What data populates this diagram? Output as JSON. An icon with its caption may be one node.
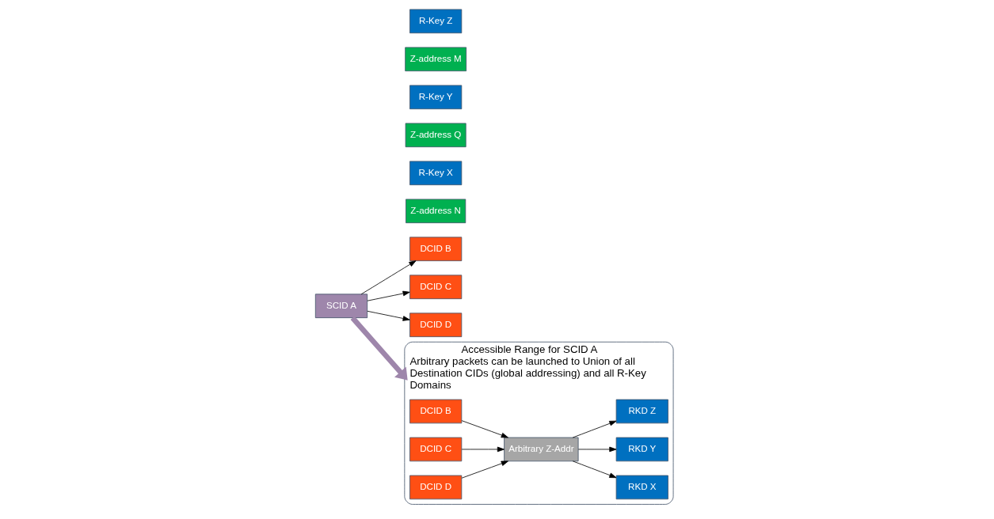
{
  "diagram": {
    "nodes": [
      {
        "text": [
          "SCID A"
        ]
      },
      {
        "text": [
          "DCID B"
        ]
      },
      {
        "text": [
          "Z-address N"
        ]
      },
      {
        "text": [
          "R-Key X"
        ]
      },
      {
        "text": [
          "DCID C"
        ]
      },
      {
        "text": [
          "Z-address Q"
        ]
      },
      {
        "text": [
          "R-Key Y"
        ]
      },
      {
        "text": [
          "DCID D"
        ]
      },
      {
        "text": [
          "Z-address M"
        ]
      },
      {
        "text": [
          "R-Key Z"
        ]
      },
      {
        "text": [
          "Accessible Range for SCID A",
          "Arbitrary packets can be launched to Union of all Destination CIDs (global addressing) and all R-Key Domains"
        ]
      },
      {
        "text": [
          "DCID B"
        ],
        "in": 10
      },
      {
        "text": [
          "DCID C"
        ],
        "in": 10
      },
      {
        "text": [
          "DCID D"
        ],
        "in": 10
      },
      {
        "text": [
          "Arbitrary Z-Addr"
        ],
        "in": 10
      },
      {
        "text": [
          "RKD X"
        ],
        "in": 10
      },
      {
        "text": [
          "RKD Y"
        ],
        "in": 10
      },
      {
        "text": [
          "RKD Z"
        ],
        "in": 10
      }
    ],
    "edges": [
      {
        "from": 0,
        "to": 1,
        "arrow": "to"
      },
      {
        "from": 0,
        "to": 4,
        "arrow": "to"
      },
      {
        "from": 0,
        "to": 7,
        "arrow": "to"
      },
      {
        "from": 0,
        "to": 10,
        "arrow": "to",
        "style": "thick",
        "color": "#9e86ab"
      },
      {
        "from": 11,
        "to": 14,
        "arrow": "to"
      },
      {
        "from": 12,
        "to": 14,
        "arrow": "to"
      },
      {
        "from": 13,
        "to": 14,
        "arrow": "to"
      },
      {
        "from": 14,
        "to": 15,
        "arrow": "to"
      },
      {
        "from": 14,
        "to": 16,
        "arrow": "to"
      },
      {
        "from": 14,
        "to": 17,
        "arrow": "to"
      }
    ]
  }
}
